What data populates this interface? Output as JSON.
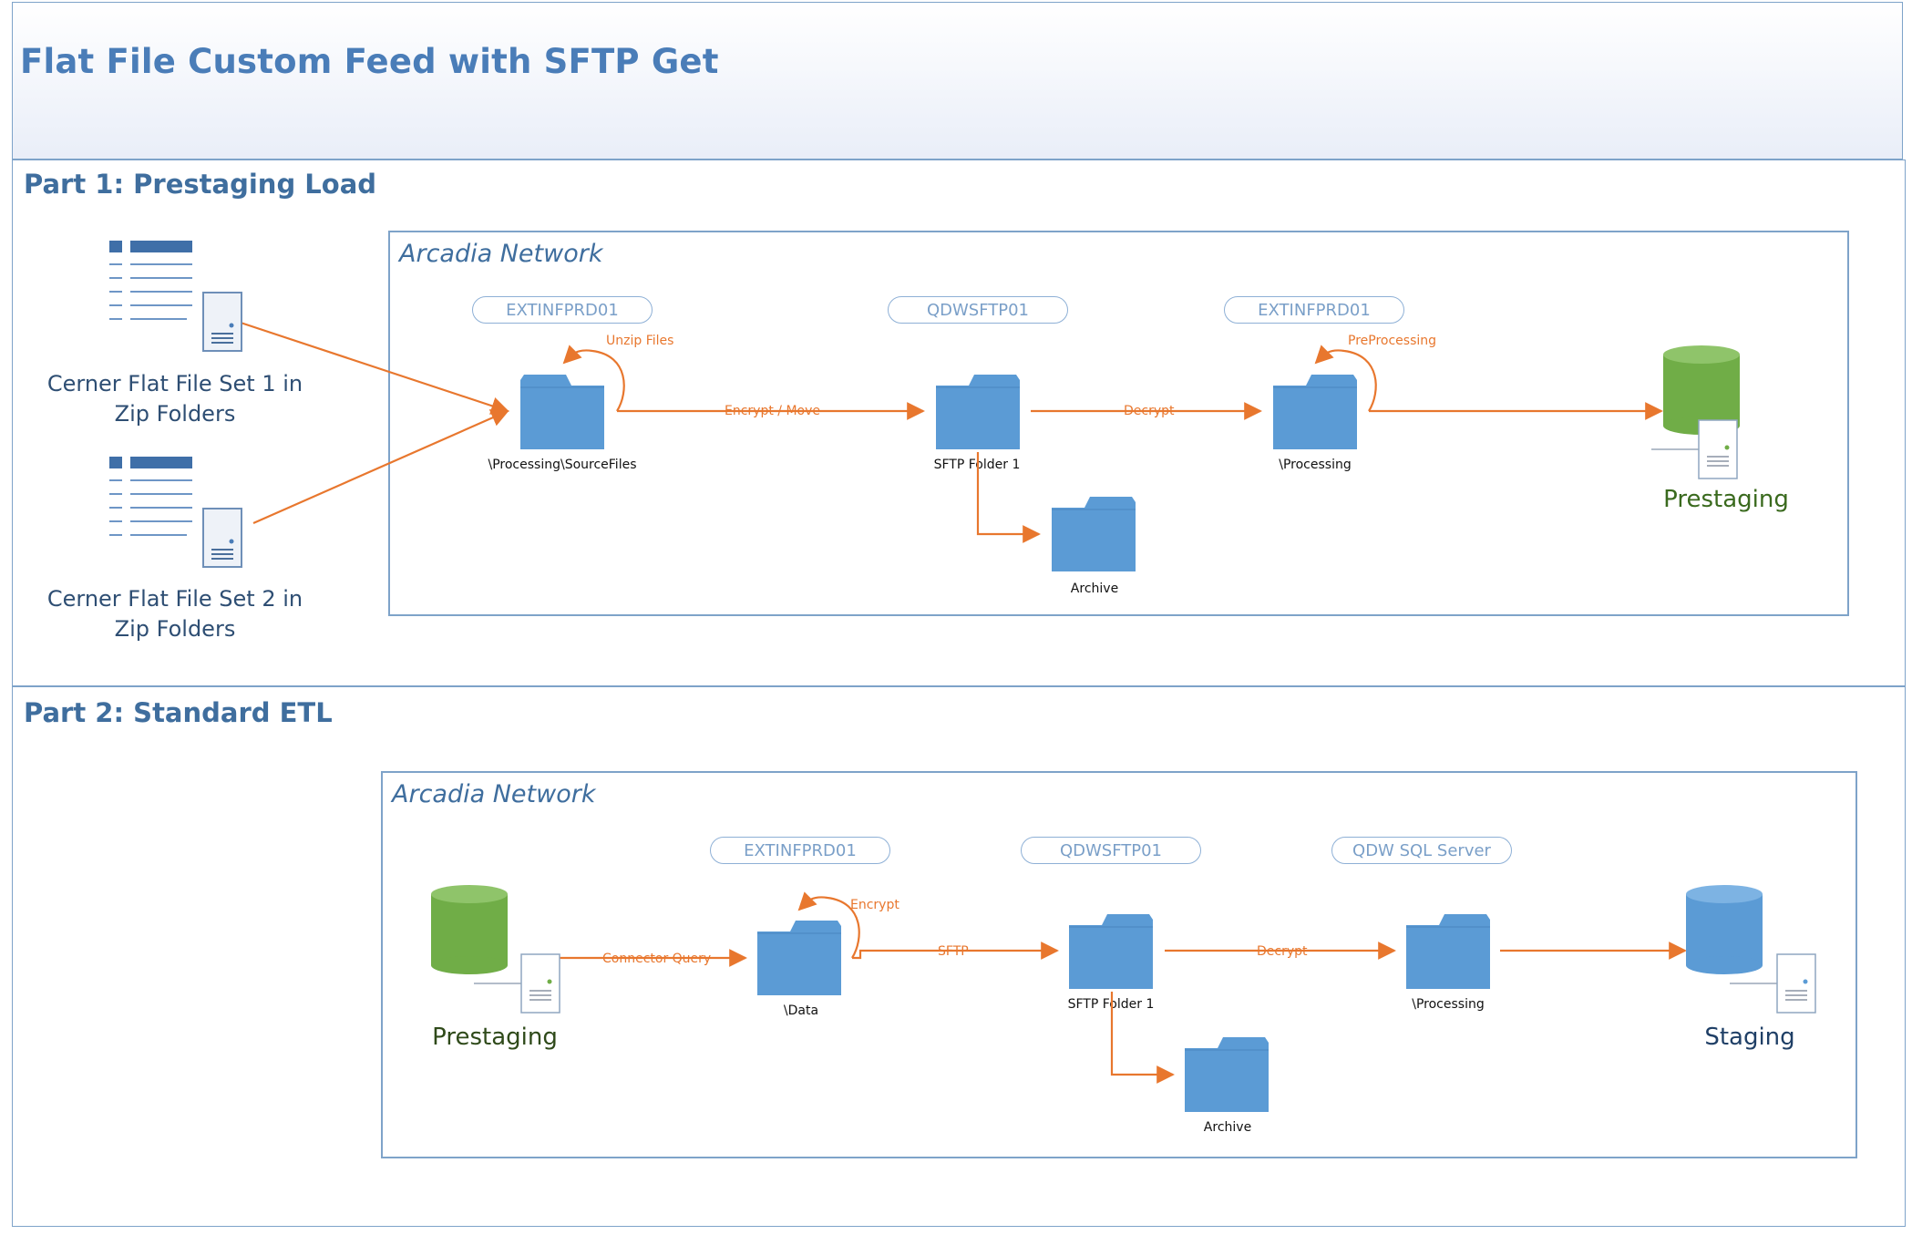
{
  "title": "Flat File Custom Feed with SFTP Get",
  "part1": {
    "title": "Part 1: Prestaging Load",
    "network": "Arcadia Network",
    "sources": [
      "Cerner Flat File Set 1 in Zip Folders",
      "Cerner Flat File Set 2 in Zip Folders"
    ],
    "servers": [
      "EXTINFPRD01",
      "QDWSFTP01",
      "EXTINFPRD01"
    ],
    "folders": [
      "\\Processing\\SourceFiles",
      "SFTP Folder 1",
      "\\Processing",
      "Archive"
    ],
    "flows": [
      "Unzip Files",
      "Encrypt / Move",
      "Decrypt",
      "PreProcessing"
    ],
    "target": "Prestaging"
  },
  "part2": {
    "title": "Part 2: Standard ETL",
    "network": "Arcadia Network",
    "source": "Prestaging",
    "servers": [
      "EXTINFPRD01",
      "QDWSFTP01",
      "QDW SQL Server"
    ],
    "folders": [
      "\\Data",
      "SFTP Folder 1",
      "\\Processing",
      "Archive"
    ],
    "flows": [
      "Connector Query",
      "Encrypt",
      "SFTP",
      "Decrypt"
    ],
    "target": "Staging"
  },
  "colors": {
    "accent": "#e8772e",
    "folder": "#5b9bd5",
    "frame": "#7ea3c9",
    "title": "#4a7db8",
    "green_db": "#70ad47",
    "blue_db": "#5b9bd5"
  },
  "icons": [
    "document-icon",
    "server-icon",
    "folder-icon",
    "database-icon"
  ]
}
